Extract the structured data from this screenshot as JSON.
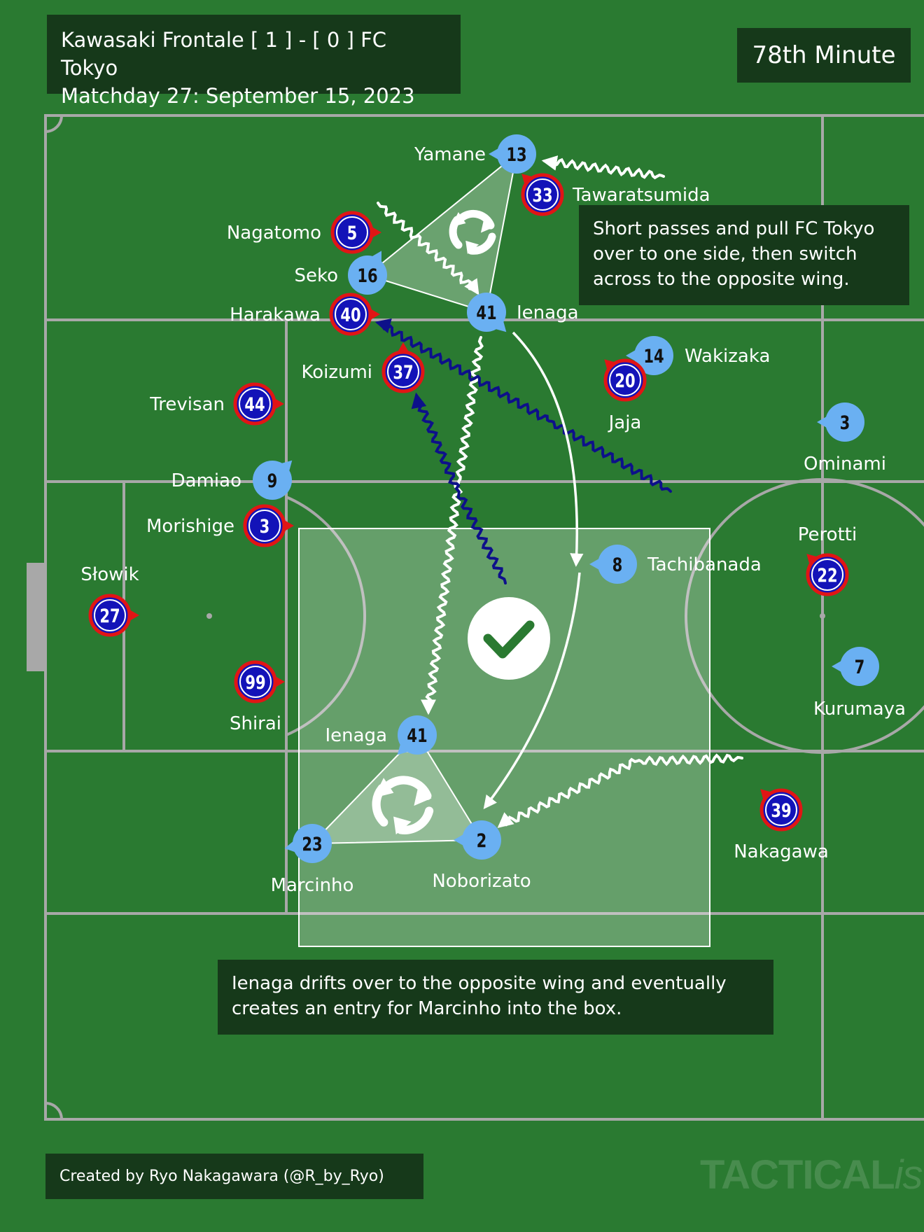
{
  "header": {
    "score_line": "Kawasaki Frontale [ 1 ] - [ 0 ] FC Tokyo",
    "match_line": "Matchday 27: September 15, 2023"
  },
  "minute": "78th Minute",
  "notes": {
    "top": "Short passes and pull FC Tokyo over to one side, then switch across to the opposite wing.",
    "bottom": "Ienaga drifts over to the opposite wing and eventually creates an entry for Marcinho into the box."
  },
  "credit": "Created by Ryo Nakagawara (@R_by_Ryo)",
  "watermark": {
    "bold": "TACTICAL",
    "light": "ista"
  },
  "colors": {
    "pitch": "#2a7a31",
    "line": "#a8a8a8",
    "box_bg": "#16391a",
    "kawasaki": "#6ab0f2",
    "tokyo_fill": "#1313b8",
    "tokyo_ring": "#e11515",
    "tokyo_run": "#0d108a",
    "kawasaki_run": "#ffffff"
  },
  "kawasaki_players": [
    {
      "id": "yamane",
      "number": "13",
      "name": "Yamane"
    },
    {
      "id": "seko",
      "number": "16",
      "name": "Seko"
    },
    {
      "id": "ienaga-top",
      "number": "41",
      "name": "Ienaga"
    },
    {
      "id": "wakizaka",
      "number": "14",
      "name": "Wakizaka"
    },
    {
      "id": "ominami",
      "number": "3",
      "name": "Ominami"
    },
    {
      "id": "damiao",
      "number": "9",
      "name": "Damiao"
    },
    {
      "id": "tachibanada",
      "number": "8",
      "name": "Tachibanada"
    },
    {
      "id": "kurumaya",
      "number": "7",
      "name": "Kurumaya"
    },
    {
      "id": "ienaga-bottom",
      "number": "41",
      "name": "Ienaga"
    },
    {
      "id": "marcinho",
      "number": "23",
      "name": "Marcinho"
    },
    {
      "id": "noborizato",
      "number": "2",
      "name": "Noborizato"
    }
  ],
  "tokyo_players": [
    {
      "id": "tawaratsumida",
      "number": "33",
      "name": "Tawaratsumida"
    },
    {
      "id": "nagatomo",
      "number": "5",
      "name": "Nagatomo"
    },
    {
      "id": "harakawa",
      "number": "40",
      "name": "Harakawa"
    },
    {
      "id": "koizumi",
      "number": "37",
      "name": "Koizumi"
    },
    {
      "id": "trevisan",
      "number": "44",
      "name": "Trevisan"
    },
    {
      "id": "jaja",
      "number": "20",
      "name": "Jaja"
    },
    {
      "id": "morishige",
      "number": "3",
      "name": "Morishige"
    },
    {
      "id": "slowik",
      "number": "27",
      "name": "Słowik"
    },
    {
      "id": "shirai",
      "number": "99",
      "name": "Shirai"
    },
    {
      "id": "perotti",
      "number": "22",
      "name": "Perotti"
    },
    {
      "id": "nakagawa",
      "number": "39",
      "name": "Nakagawa"
    }
  ]
}
